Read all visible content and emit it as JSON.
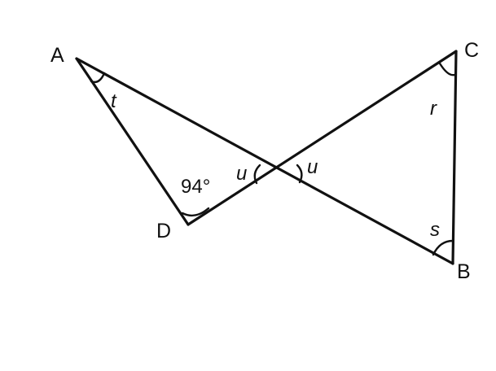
{
  "diagram": {
    "vertices": {
      "A": "A",
      "B": "B",
      "C": "C",
      "D": "D"
    },
    "angles": {
      "t": "t",
      "r": "r",
      "s": "s",
      "u_left": "u",
      "u_right": "u",
      "d": "94°"
    },
    "colors": {
      "ink": "#111111",
      "background": "#ffffff"
    }
  }
}
